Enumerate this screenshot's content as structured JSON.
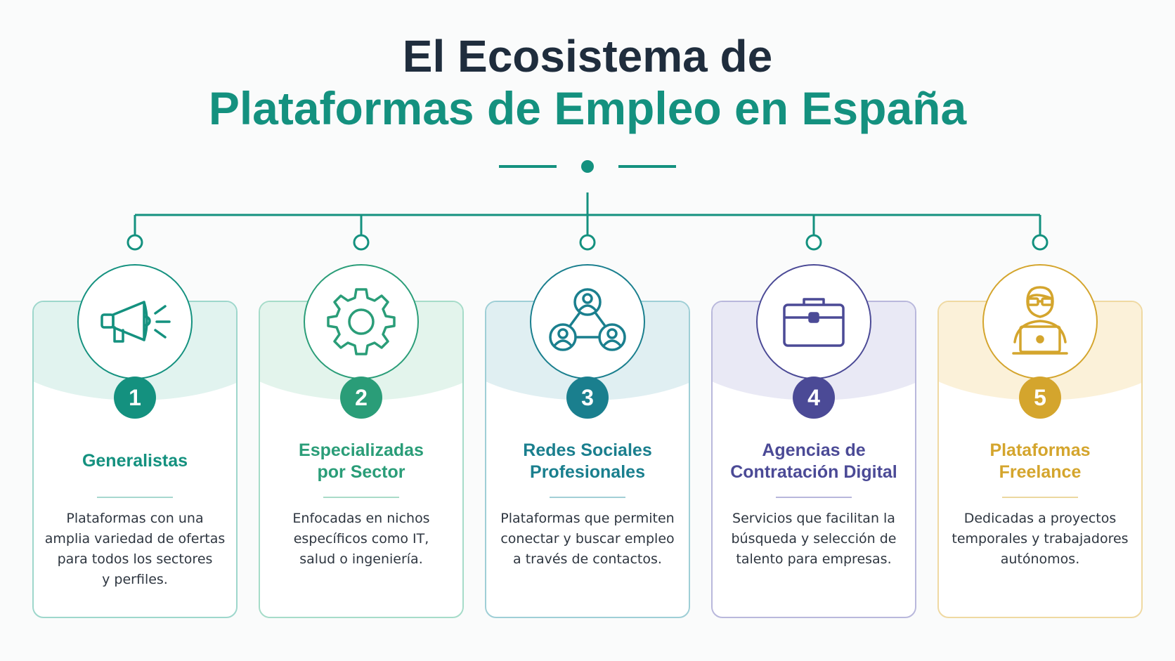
{
  "title": {
    "line1": "El Ecosistema de",
    "line2": "Plataformas de Empleo en España"
  },
  "colors": {
    "dark": "#1f2d3d",
    "teal": "#14917f"
  },
  "cards": [
    {
      "number": "1",
      "title_line1": "Generalistas",
      "title_line2": "",
      "description_lines": [
        "Plataformas con una",
        "amplia variedad de ofertas",
        "para todos los sectores",
        "y perfiles."
      ],
      "icon": "megaphone-icon",
      "color": "#14917f"
    },
    {
      "number": "2",
      "title_line1": "Especializadas",
      "title_line2": "por Sector",
      "description_lines": [
        "Enfocadas en nichos",
        "específicos como IT,",
        "salud o ingeniería."
      ],
      "icon": "gear-icon",
      "color": "#2a9d78"
    },
    {
      "number": "3",
      "title_line1": "Redes Sociales",
      "title_line2": "Profesionales",
      "description_lines": [
        "Plataformas que permiten",
        "conectar y buscar empleo",
        "a través de contactos."
      ],
      "icon": "network-icon",
      "color": "#1a7f8e"
    },
    {
      "number": "4",
      "title_line1": "Agencias de",
      "title_line2": "Contratación Digital",
      "description_lines": [
        "Servicios que facilitan la",
        "búsqueda y selección de",
        "talento para empresas."
      ],
      "icon": "briefcase-icon",
      "color": "#4b4a96"
    },
    {
      "number": "5",
      "title_line1": "Plataformas",
      "title_line2": "Freelance",
      "description_lines": [
        "Dedicadas a proyectos",
        "temporales y trabajadores",
        "autónomos."
      ],
      "icon": "freelancer-laptop-icon",
      "color": "#d4a52d"
    }
  ]
}
